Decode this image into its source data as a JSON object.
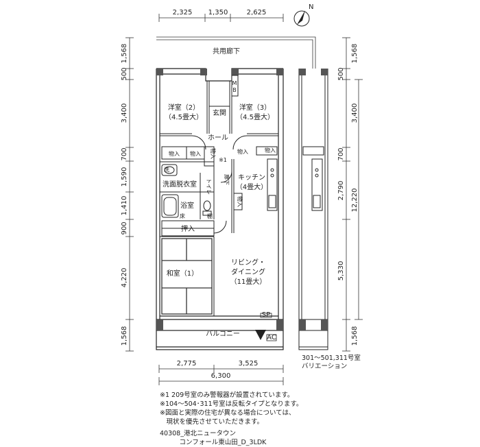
{
  "dimensions": {
    "top": [
      "2,325",
      "1,350",
      "2,625"
    ],
    "bottom_parts": [
      "2,775",
      "3,525"
    ],
    "bottom_total": "6,300",
    "left": [
      "1,568",
      "500",
      "3,400",
      "700",
      "1,590",
      "1,410",
      "900",
      "4,220",
      "1,568"
    ],
    "right": [
      "1,568",
      "500",
      "3,400",
      "700",
      "2,790",
      "5,330",
      "1,568"
    ],
    "right_total": "12,220"
  },
  "rooms": {
    "corridor": "共用廊下",
    "western2_name": "洋室（2）",
    "western2_size": "（4.5畳大）",
    "western3_name": "洋室（3）",
    "western3_size": "（4.5畳大）",
    "entrance": "玄関",
    "hall": "ホール",
    "mb": [
      "M",
      "B"
    ],
    "storage": "物入",
    "alarm_note": "※1",
    "wash": "洗",
    "dressing": "洗面脱衣室",
    "toilet": "トイレ",
    "bath": "浴室",
    "rouka": "廊下",
    "kitchen_name": "キッチン",
    "kitchen_size": "（4畳大）",
    "oshiire": "押入",
    "washitsu": "和室（1）",
    "living_1": "リビング・",
    "living_2": "ダイニング",
    "living_3": "（11畳大）",
    "balcony": "バルコニー",
    "ac": "AC",
    "sp": "SP",
    "yuka": "床",
    "tana": "棚"
  },
  "compass": "N",
  "variation": [
    "301～501,311号室",
    "バリエーション"
  ],
  "notes": [
    "※1 209号室のみ警報器が設置されています。",
    "※104～504･311号室は反転タイプとなります。",
    "※図面と実際の住宅が異なる場合については、",
    "　現状を優先させていただきます。"
  ],
  "footer": [
    "40308_港北ニュータウン",
    "　　　コンフォール東山田_D_3LDK"
  ]
}
